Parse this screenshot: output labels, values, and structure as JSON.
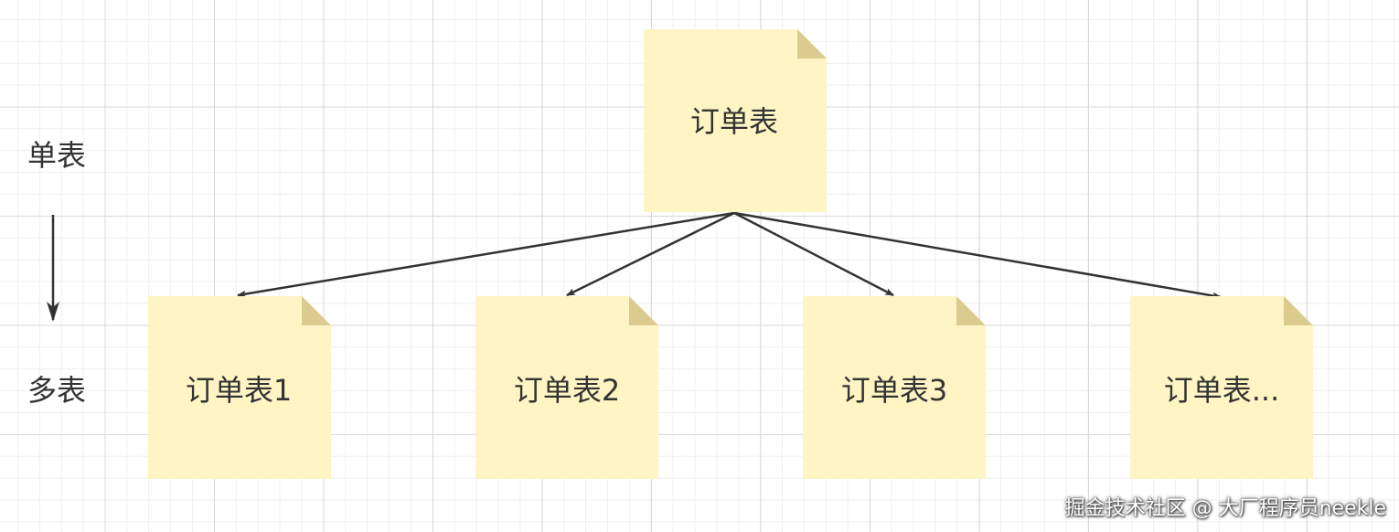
{
  "side_labels": {
    "top": "单表",
    "bottom": "多表"
  },
  "nodes": {
    "root": "订单表",
    "children": [
      "订单表1",
      "订单表2",
      "订单表3",
      "订单表..."
    ]
  },
  "watermark": "掘金技术社区 @ 大厂程序员neekle",
  "colors": {
    "note_fill": "#fff4c3",
    "note_fold": "#dccb8e",
    "edge": "#333333",
    "text": "#333333"
  }
}
